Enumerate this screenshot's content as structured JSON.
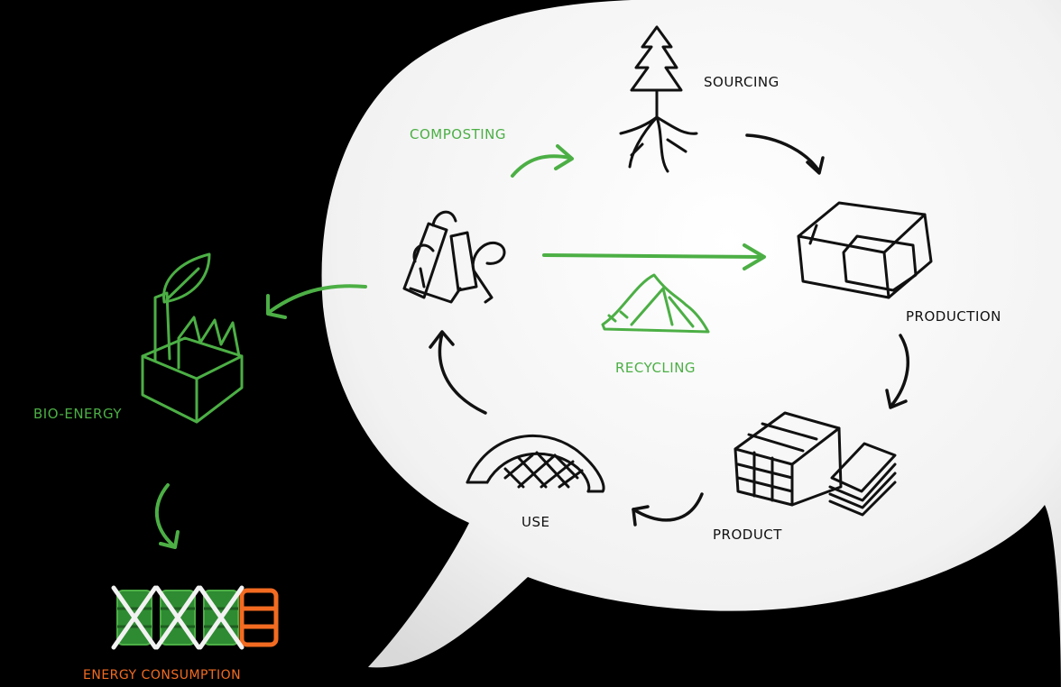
{
  "labels": {
    "sourcing": "SOURCING",
    "composting": "COMPOSTING",
    "production": "PRODUCTION",
    "recycling": "RECYCLING",
    "bio_energy": "BIO-ENERGY",
    "use": "USE",
    "product": "PRODUCT",
    "energy_consumption": "ENERGY CONSUMPTION"
  },
  "colors": {
    "background": "#000000",
    "bubble": "#f4f4f4",
    "ink": "#111111",
    "accent_green": "#4caf45",
    "accent_orange": "#f26b21"
  },
  "icons": [
    "tree-icon",
    "factory-block-icon",
    "lumber-stack-icon",
    "woven-basket-icon",
    "mushroom-log-icon",
    "wood-chips-pile-icon",
    "bio-factory-icon",
    "leaf-icon",
    "oil-barrel-icon"
  ]
}
